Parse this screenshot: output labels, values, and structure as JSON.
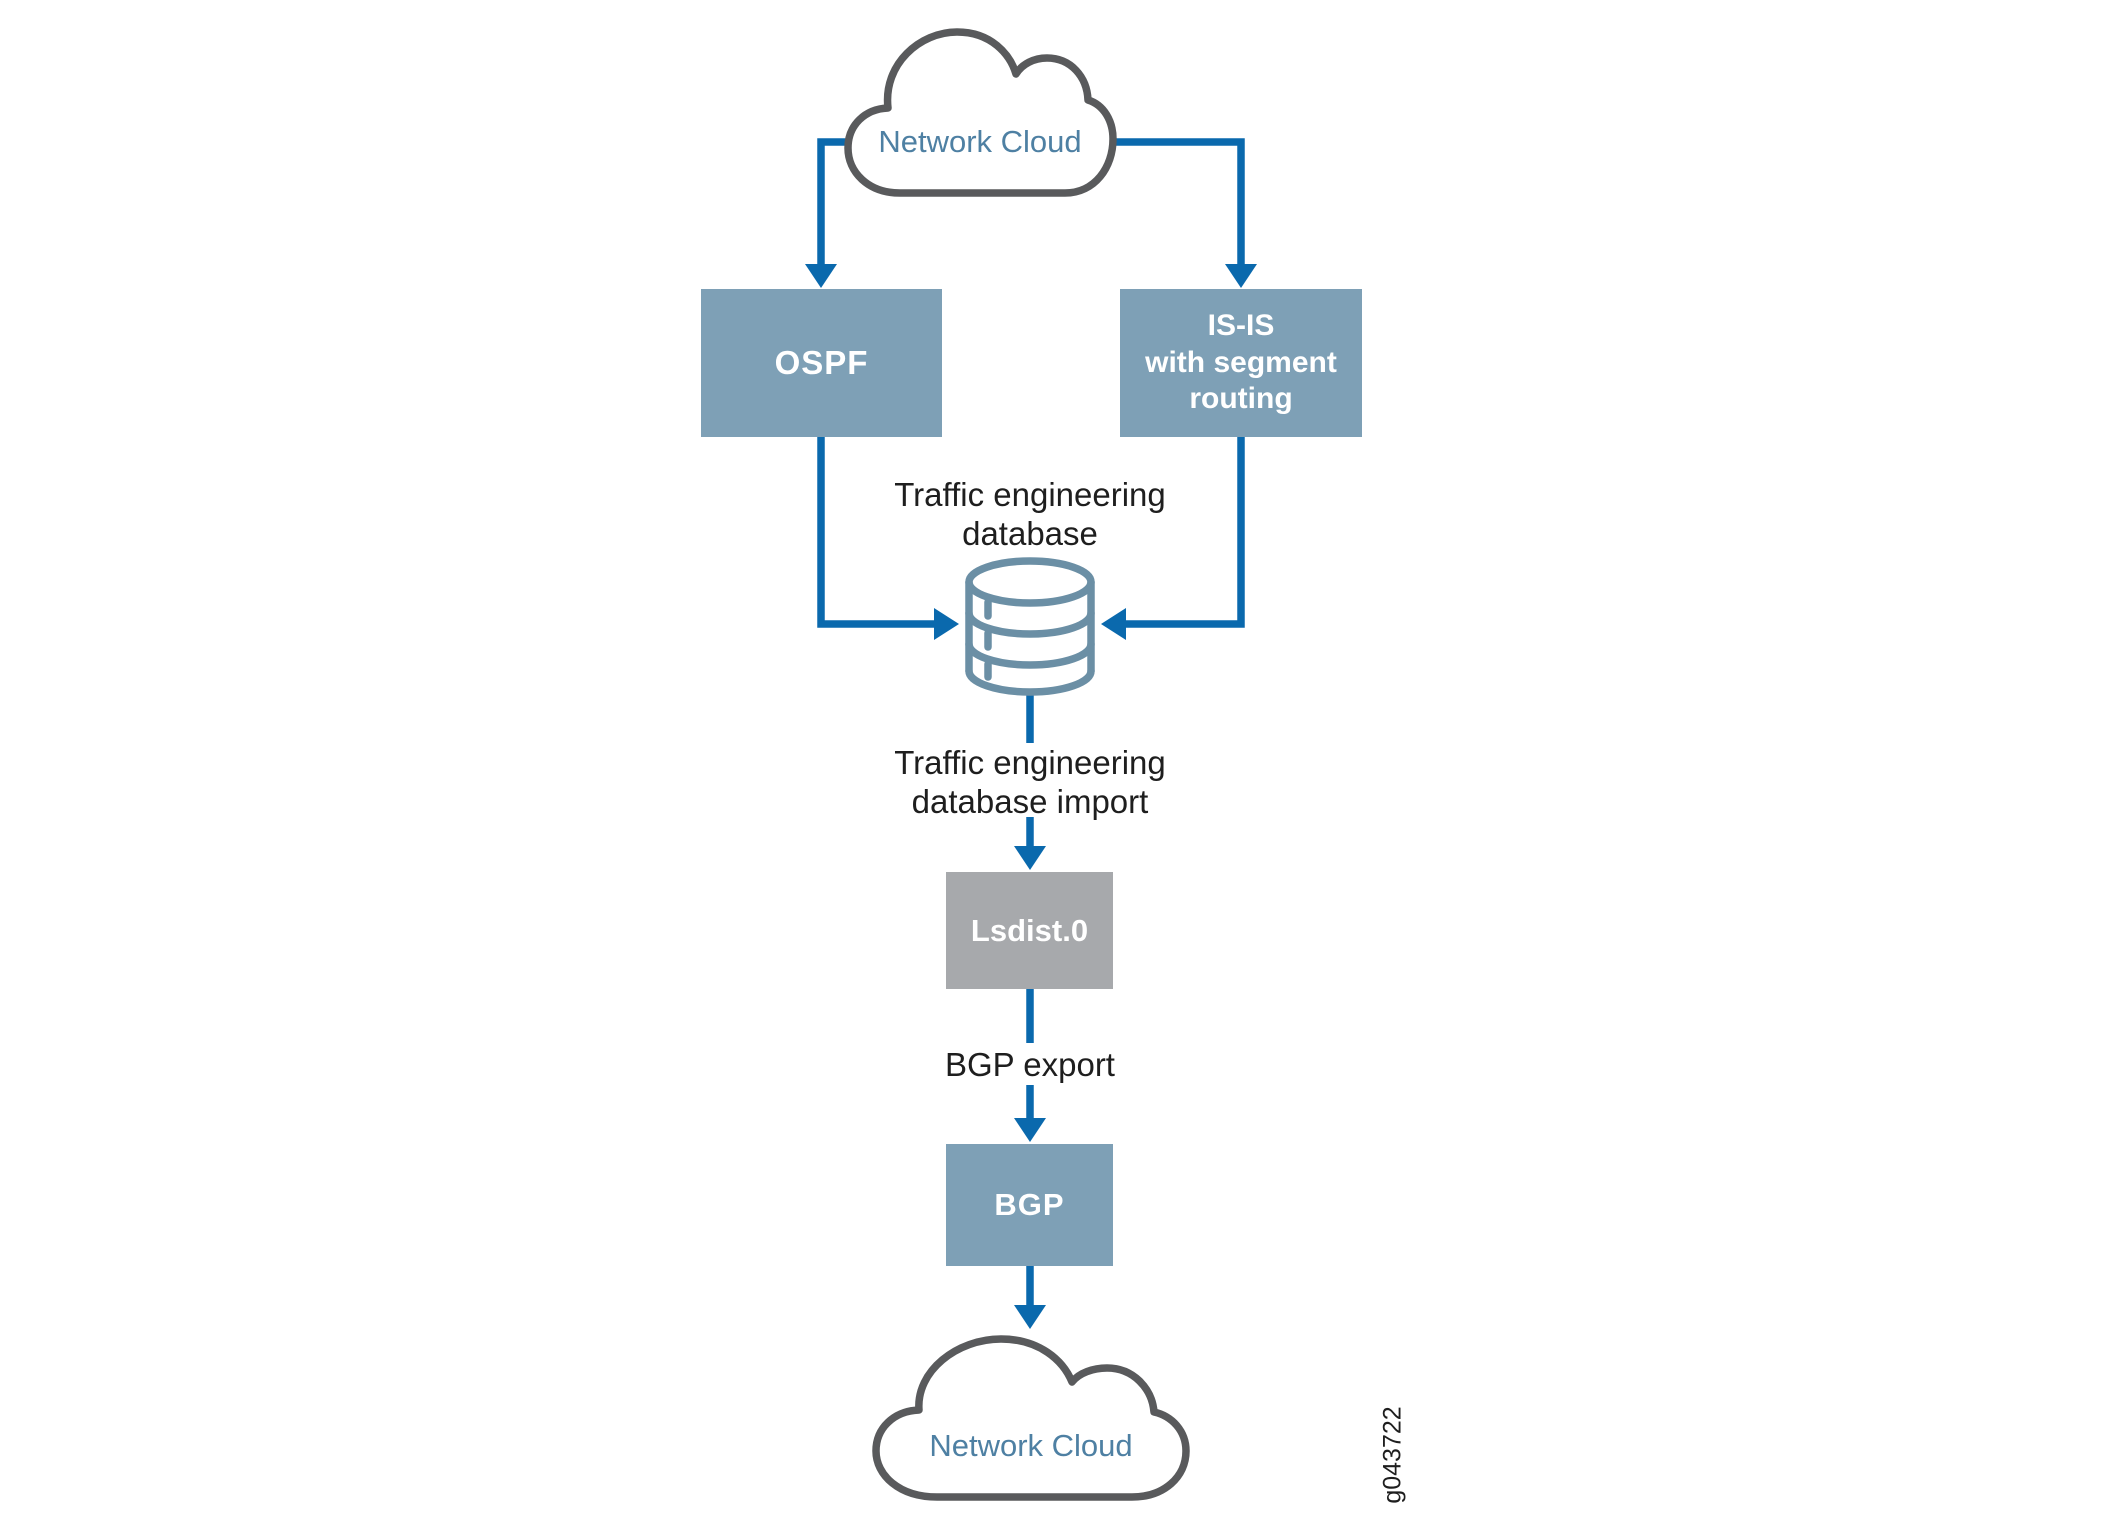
{
  "diagram": {
    "top_cloud": {
      "label": "Network Cloud"
    },
    "bottom_cloud": {
      "label": "Network Cloud"
    },
    "boxes": {
      "ospf": {
        "label": "OSPF"
      },
      "isis": {
        "lines": [
          "IS-IS",
          "with segment",
          "routing"
        ]
      },
      "lsdist": {
        "label": "Lsdist.0"
      },
      "bgp": {
        "label": "BGP"
      }
    },
    "labels": {
      "ted": {
        "lines": [
          "Traffic engineering",
          "database"
        ]
      },
      "ted_import": {
        "lines": [
          "Traffic engineering",
          "database import"
        ]
      },
      "bgp_export": {
        "label": "BGP export"
      }
    },
    "figure_id": "g043722",
    "icons": {
      "top_cloud": "cloud-icon",
      "bottom_cloud": "cloud-icon",
      "database": "database-cylinder-icon"
    },
    "colors": {
      "arrow": "#0A69AD",
      "box_blue": "#7EA0B6",
      "box_gray": "#A7A9AC",
      "cylinder_stroke": "#6B8FA5",
      "cloud_outline": "#595A5C",
      "cloud_text": "#4E80A3",
      "label_text": "#1E1E1E"
    }
  }
}
